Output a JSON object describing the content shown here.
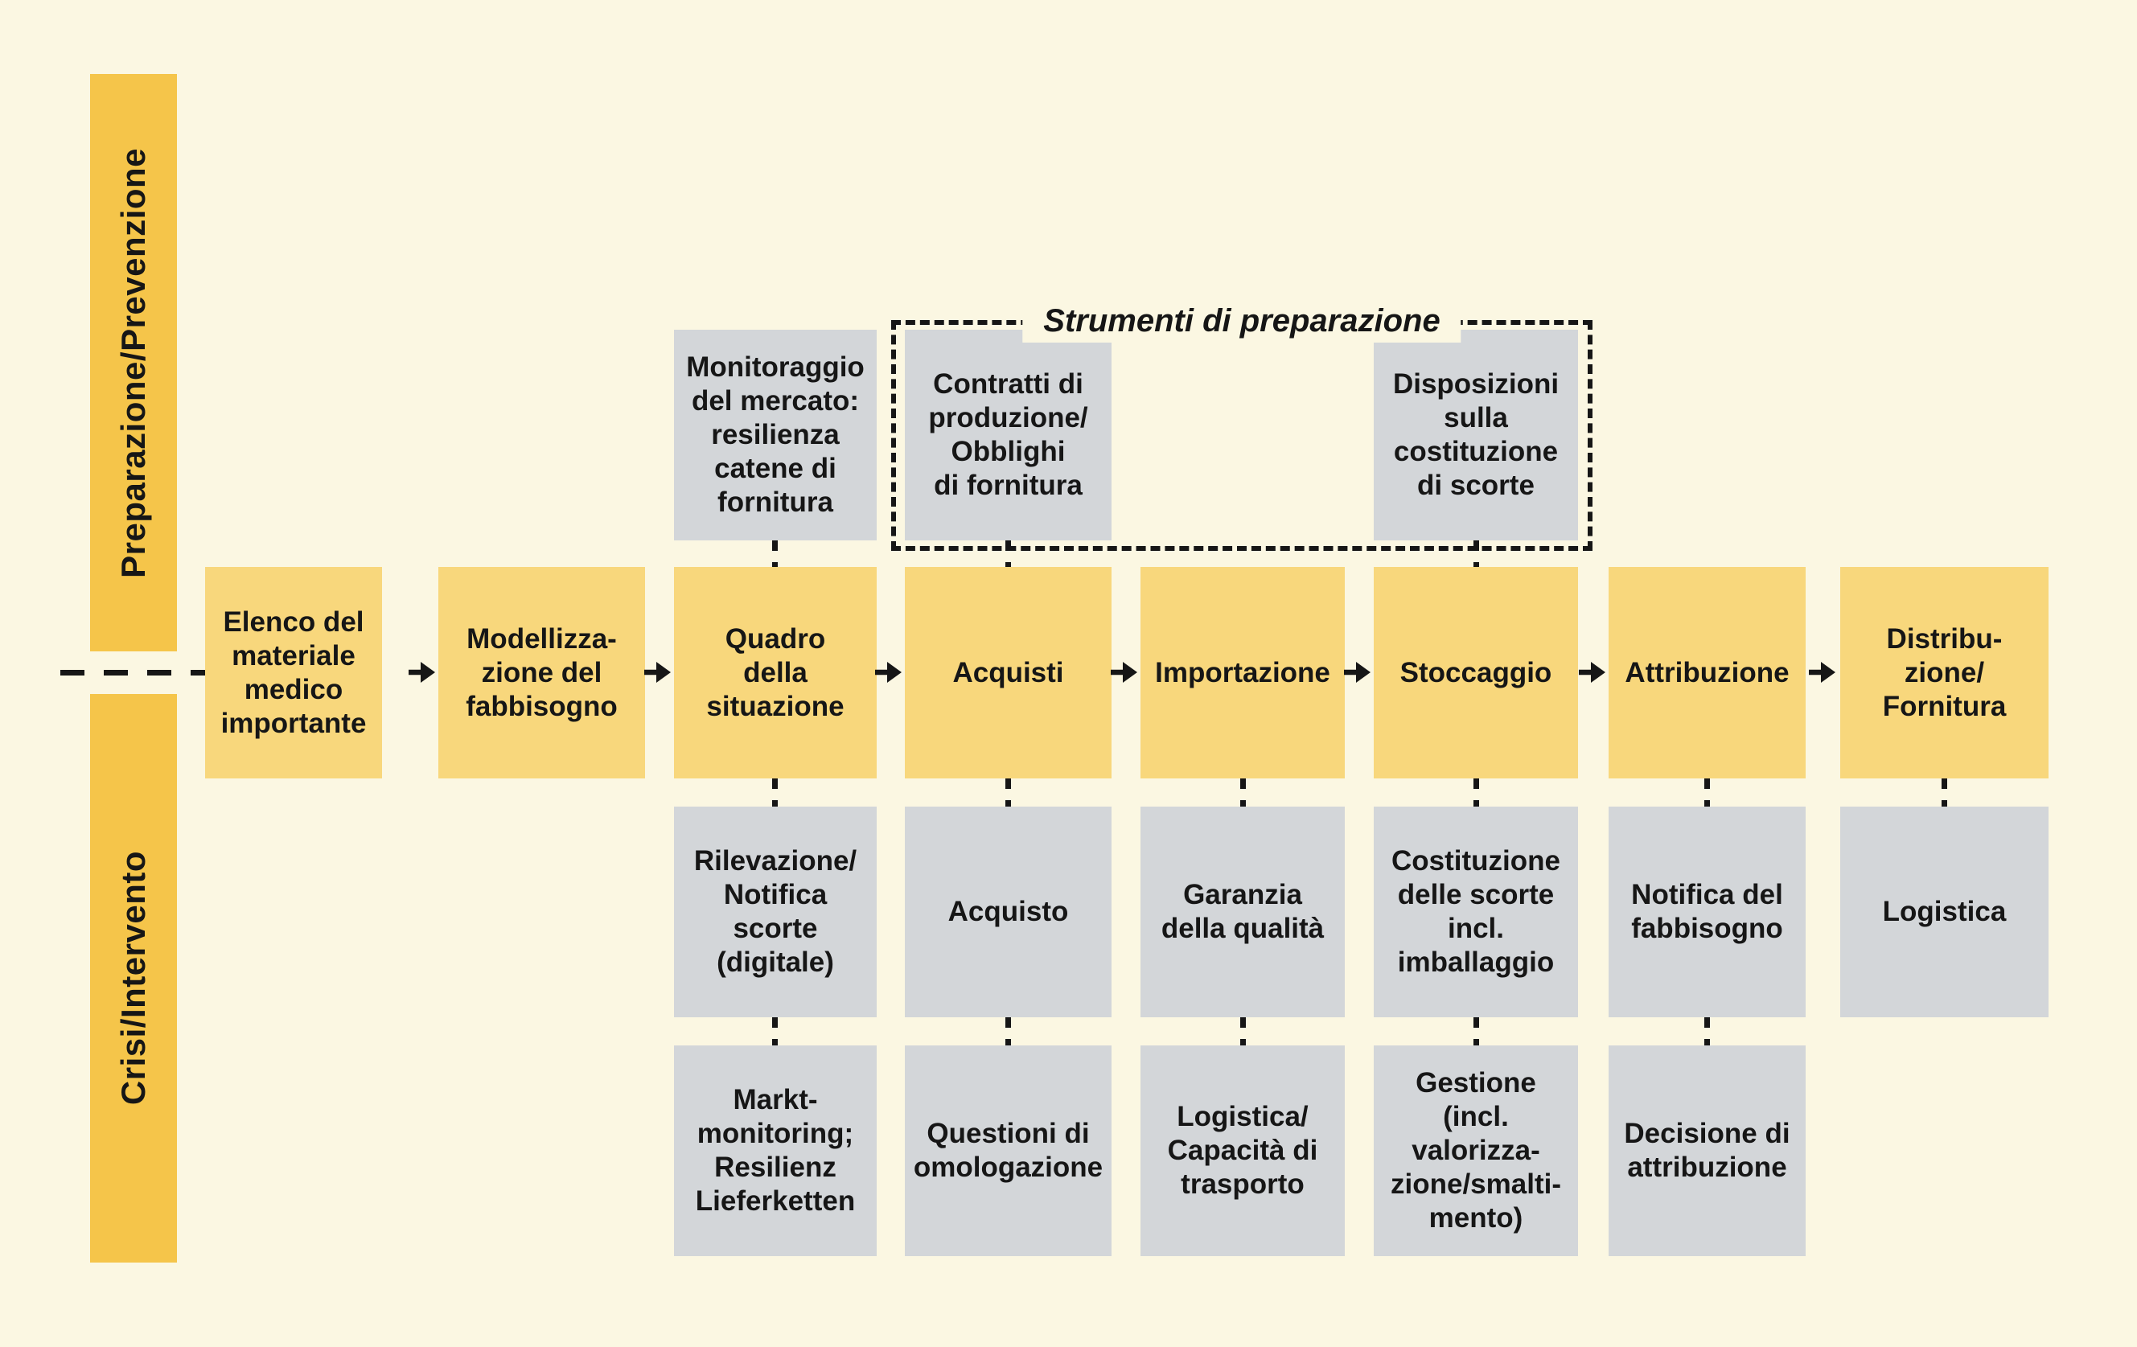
{
  "palette": {
    "background": "#FBF7E2",
    "band_yellow": "#F5C54A",
    "process_yellow": "#F8D77C",
    "support_gray": "#D3D6D9",
    "line_black": "#161616"
  },
  "side_bands": {
    "top": "Preparazione/Prevenzione",
    "bottom": "Crisi/Intervento"
  },
  "preparation_tools_frame": {
    "title": "Strumenti di preparazione"
  },
  "columns": [
    {
      "main": "Elenco del\nmateriale\nmedico\nimportante"
    },
    {
      "main": "Modellizza-\nzione del\nfabbisogno"
    },
    {
      "main": "Quadro\ndella\nsituazione",
      "top": "Monitoraggio\ndel mercato:\nresilienza\ncatene di\nfornitura",
      "below1": "Rilevazione/\nNotifica\nscorte\n(digitale)",
      "below2": "Markt-\nmonitoring;\nResilienz\nLieferketten"
    },
    {
      "main": "Acquisti",
      "top": "Contratti di\nproduzione/\nObblighi\ndi fornitura",
      "below1": "Acquisto",
      "below2": "Questioni di\nomologazione"
    },
    {
      "main": "Importazione",
      "below1": "Garanzia\ndella qualità",
      "below2": "Logistica/\nCapacità di\ntrasporto"
    },
    {
      "main": "Stoccaggio",
      "top": "Disposizioni\nsulla\ncostituzione\ndi scorte",
      "below1": "Costituzione\ndelle scorte\nincl.\nimballaggio",
      "below2": "Gestione\n(incl.\nvalorizza-\nzione/smalti-\nmento)"
    },
    {
      "main": "Attribuzione",
      "below1": "Notifica del\nfabbisogno",
      "below2": "Decisione di\nattribuzione"
    },
    {
      "main": "Distribu-\nzione/\nFornitura",
      "below1": "Logistica"
    }
  ]
}
